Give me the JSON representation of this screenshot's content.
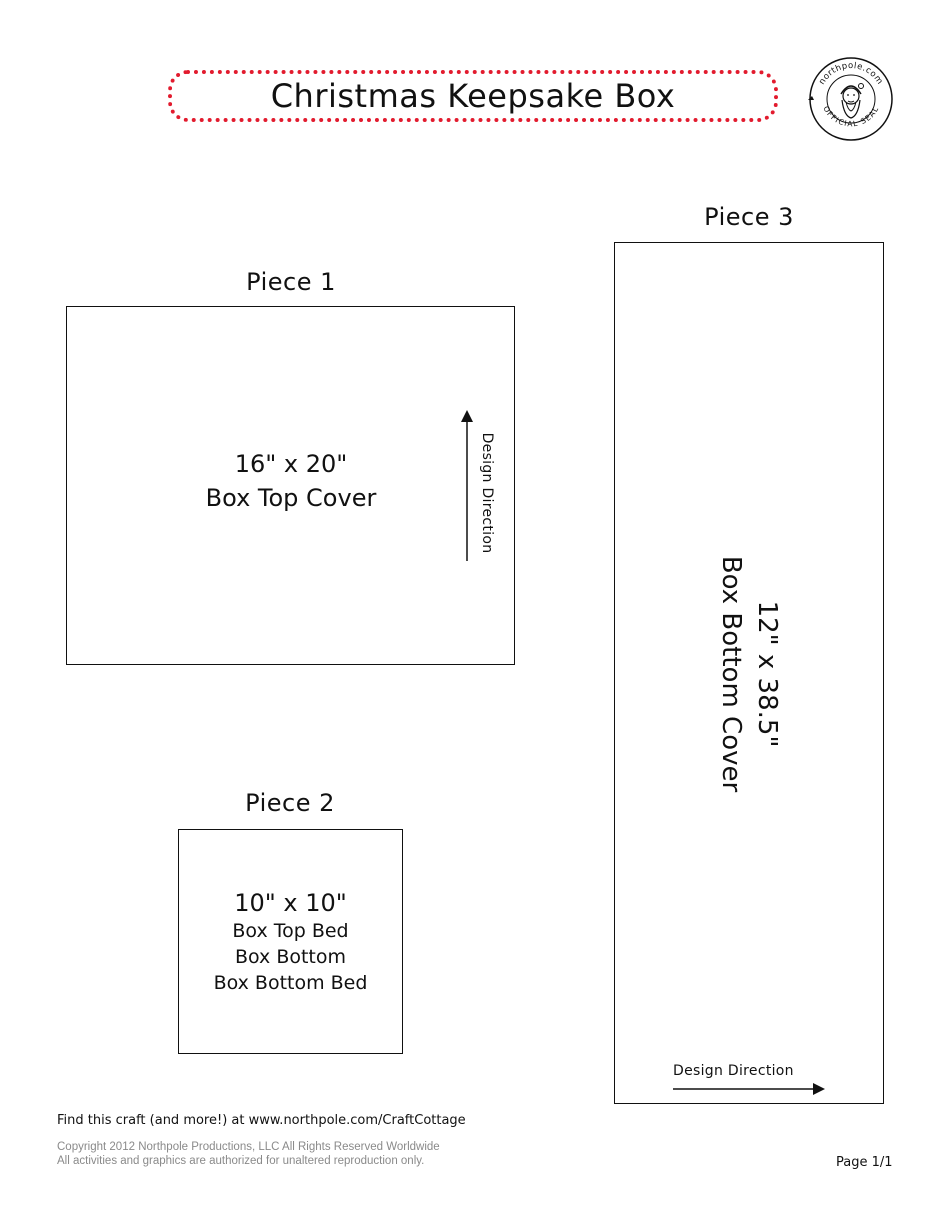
{
  "title": "Christmas Keepsake Box",
  "seal": {
    "top_text": "northpole.com",
    "bottom_text": "OFFICIAL SEAL"
  },
  "pieces": [
    {
      "label": "Piece 1",
      "dimensions": "16\" x 20\"",
      "lines": [
        "Box Top Cover"
      ],
      "design_direction": "Design Direction"
    },
    {
      "label": "Piece 2",
      "dimensions": "10\" x 10\"",
      "lines": [
        "Box Top Bed",
        "Box Bottom",
        "Box Bottom Bed"
      ]
    },
    {
      "label": "Piece 3",
      "dimensions": "12\" x 38.5\"",
      "lines": [
        "Box Bottom Cover"
      ],
      "design_direction": "Design Direction"
    }
  ],
  "footer": {
    "link_text": "Find this craft (and more!) at www.northpole.com/CraftCottage",
    "copyright_line1": "Copyright 2012 Northpole Productions, LLC  All Rights Reserved Worldwide",
    "copyright_line2": "All activities and graphics are authorized for unaltered reproduction only.",
    "page": "Page 1/1"
  },
  "colors": {
    "title_border": "#e21b2e",
    "ink": "#111111",
    "copyright": "#8a8a8a"
  }
}
